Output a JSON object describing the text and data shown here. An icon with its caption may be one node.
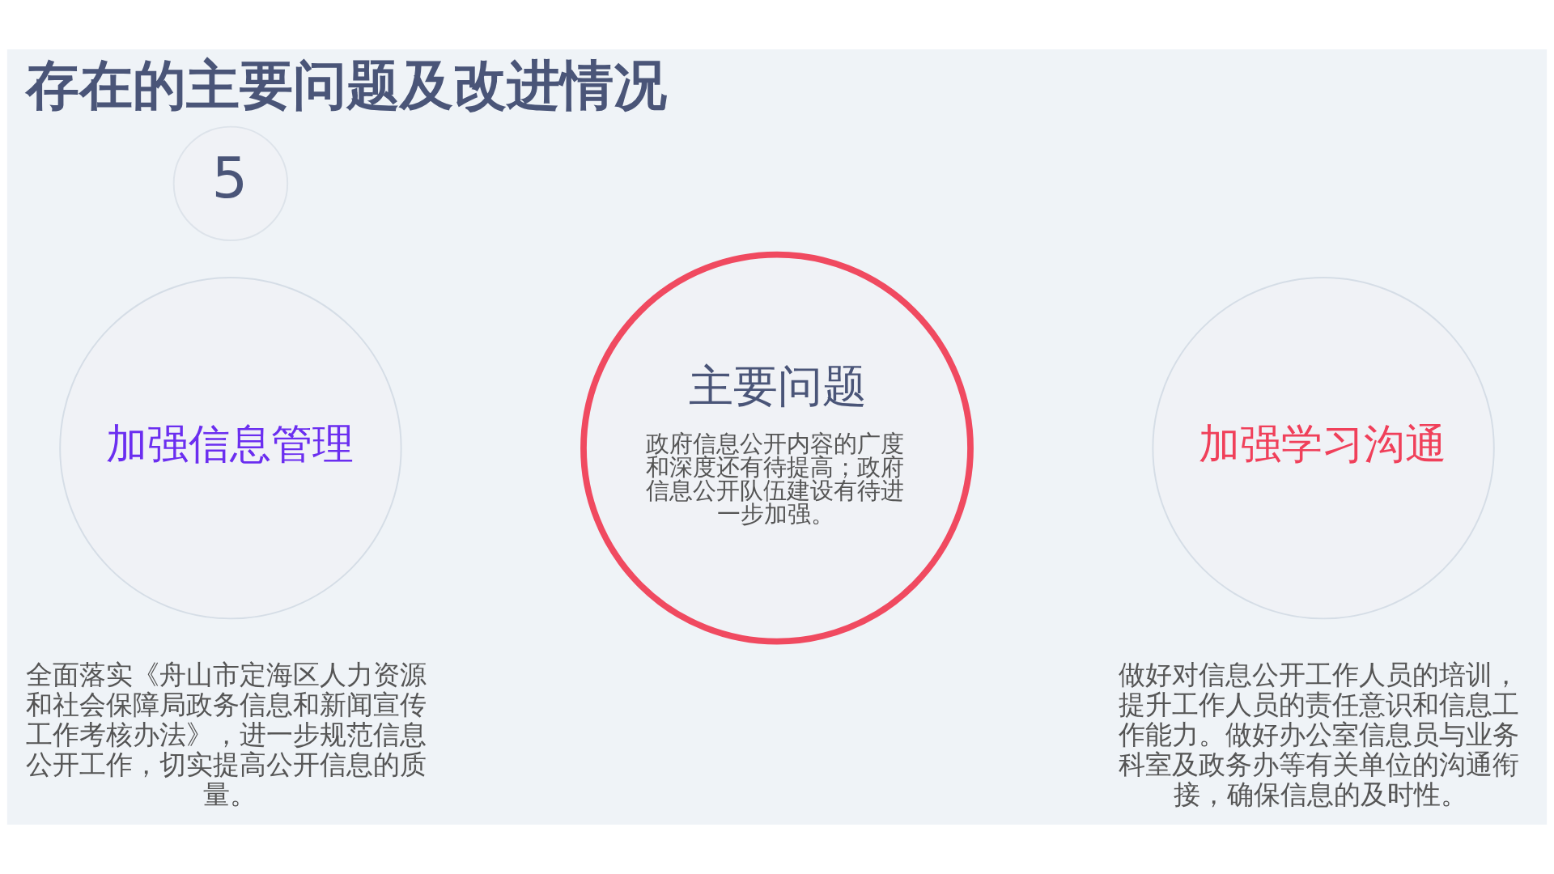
{
  "diagram": {
    "title": "存在的主要问题及改进情况",
    "nodes": [
      {
        "text": [
          "5"
        ]
      },
      {
        "text": [
          "加强信息管理"
        ],
        "beside": [
          "全面落实《舟山市定海区人力资源和社会保障局政务信息和新闻宣传工作考核办法》，进一步规范信息公开工作，切实提高公开信息的质量。"
        ]
      },
      {
        "text": [
          "主要问题",
          "政府信息公开内容的广度和深度还有待提高；政府信息公开队伍建设有待进一步加强。"
        ]
      },
      {
        "text": [
          "加强学习沟通"
        ],
        "beside": [
          "做好对信息公开工作人员的培训，提升工作人员的责任意识和信息工作能力。做好办公室信息员与业务科室及政务办等有关单位的沟通衔接，确保信息的及时性。"
        ]
      }
    ],
    "edges": []
  }
}
